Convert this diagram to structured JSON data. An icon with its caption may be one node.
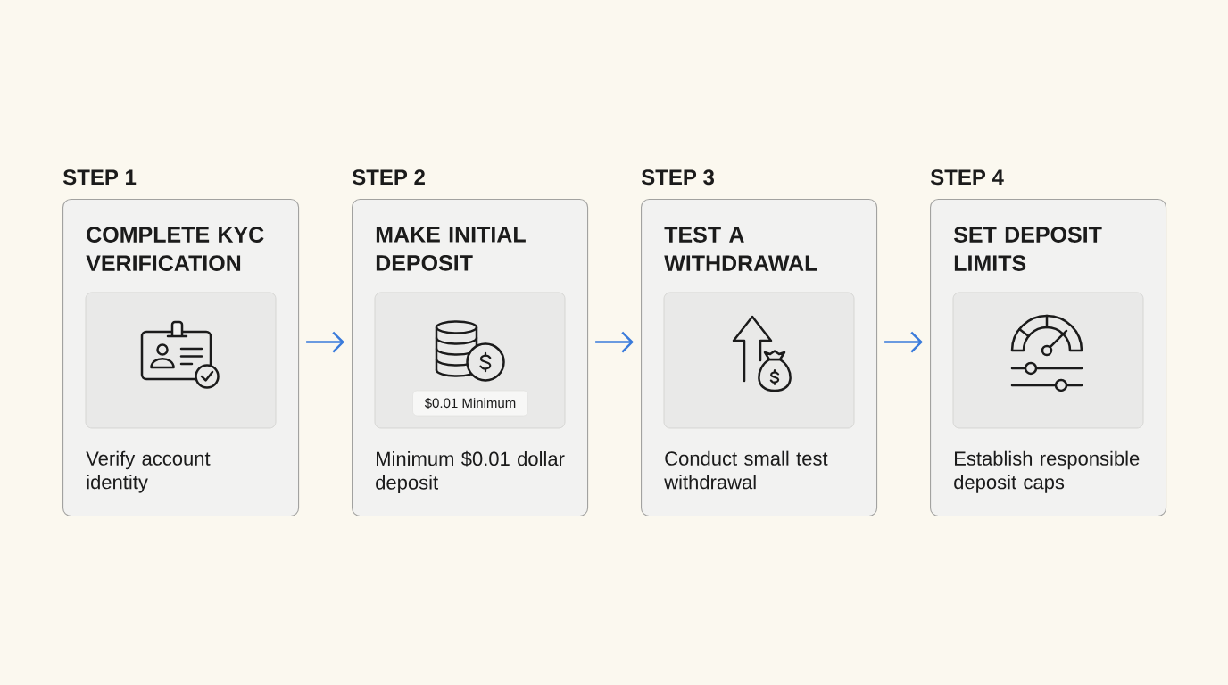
{
  "diagram": {
    "nodes": [
      {
        "text": [
          "STEP 1",
          "COMPLETE KYC VERIFICATION",
          "Verify account identity"
        ]
      },
      {
        "text": [],
        "shape": "box",
        "in": 0
      },
      {
        "text": [
          "STEP 2",
          "MAKE INITIAL DEPOSIT",
          "Minimum $0.01 dollar deposit"
        ]
      },
      {
        "text": [],
        "shape": "box",
        "in": 2
      },
      {
        "text": [
          "$0.01 Minimum"
        ],
        "in": 3
      },
      {
        "text": [
          "STEP 3",
          "TEST A WITHDRAWAL",
          "Conduct small test withdrawal"
        ]
      },
      {
        "text": [],
        "shape": "box",
        "in": 5
      },
      {
        "text": [
          "STEP 4",
          "SET DEPOSIT LIMITS",
          "Establish responsible deposit caps"
        ]
      },
      {
        "text": [],
        "shape": "box",
        "in": 7
      }
    ],
    "edges": [
      {
        "from": 0,
        "to": 2,
        "arrow": "to"
      },
      {
        "from": 2,
        "to": 5,
        "arrow": "to"
      },
      {
        "from": 5,
        "to": 7,
        "arrow": "to"
      }
    ]
  }
}
